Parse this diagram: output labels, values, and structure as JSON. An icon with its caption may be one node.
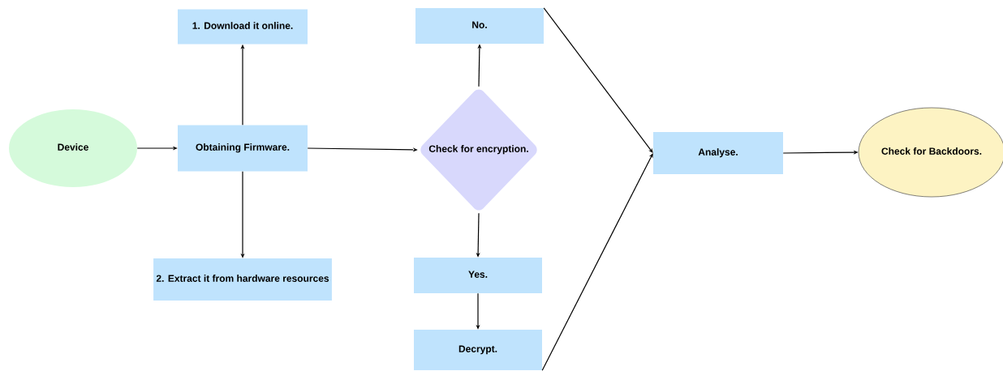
{
  "diagram": {
    "nodes": [
      {
        "text": [
          "Device"
        ]
      },
      {
        "text": [
          "Obtaining Firmware."
        ]
      },
      {
        "text": [
          "1. Download it online."
        ]
      },
      {
        "text": [
          "2. Extract it from hardware resources"
        ]
      },
      {
        "text": [
          "Check for encryption."
        ]
      },
      {
        "text": [
          "No."
        ]
      },
      {
        "text": [
          "Yes."
        ]
      },
      {
        "text": [
          "Decrypt."
        ]
      },
      {
        "text": [
          "Analyse."
        ]
      },
      {
        "text": [
          "Check for Backdoors."
        ]
      }
    ],
    "edges": [
      {
        "from": 0,
        "to": 1,
        "arrow": "to"
      },
      {
        "from": 1,
        "to": 2,
        "arrow": "to"
      },
      {
        "from": 1,
        "to": 3,
        "arrow": "to"
      },
      {
        "from": 1,
        "to": 4,
        "arrow": "to"
      },
      {
        "from": 4,
        "to": 5,
        "arrow": "to"
      },
      {
        "from": 4,
        "to": 6,
        "arrow": "to"
      },
      {
        "from": 6,
        "to": 7,
        "arrow": "to"
      },
      {
        "from": 5,
        "to": 8,
        "arrow": "to"
      },
      {
        "from": 7,
        "to": 8,
        "arrow": "to"
      },
      {
        "from": 8,
        "to": 9,
        "arrow": "to"
      }
    ]
  }
}
